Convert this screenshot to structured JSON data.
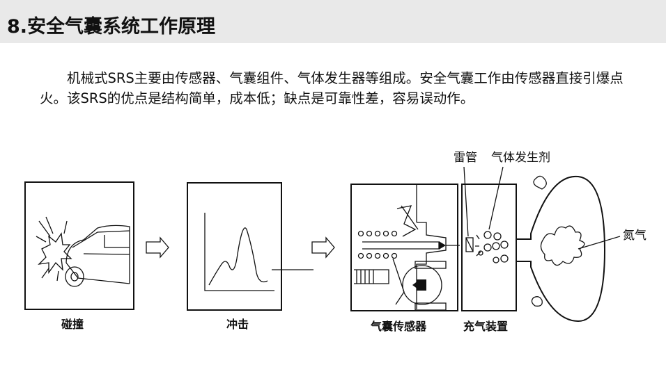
{
  "slide": {
    "title": "8.安全气囊系统工作原理",
    "paragraph": "机械式SRS主要由传感器、气囊组件、气体发生器等组成。安全气囊工作由传感器直接引爆点火。该SRS的优点是结构简单，成本低；缺点是可靠性差，容易误动作。"
  },
  "diagram": {
    "labels": {
      "collision": "碰撞",
      "impact": "冲击",
      "airbag_sensor": "气囊传感器",
      "inflator": "充气装置",
      "detonator": "雷管",
      "gas_generant": "气体发生剂",
      "nitrogen": "氮气"
    }
  }
}
